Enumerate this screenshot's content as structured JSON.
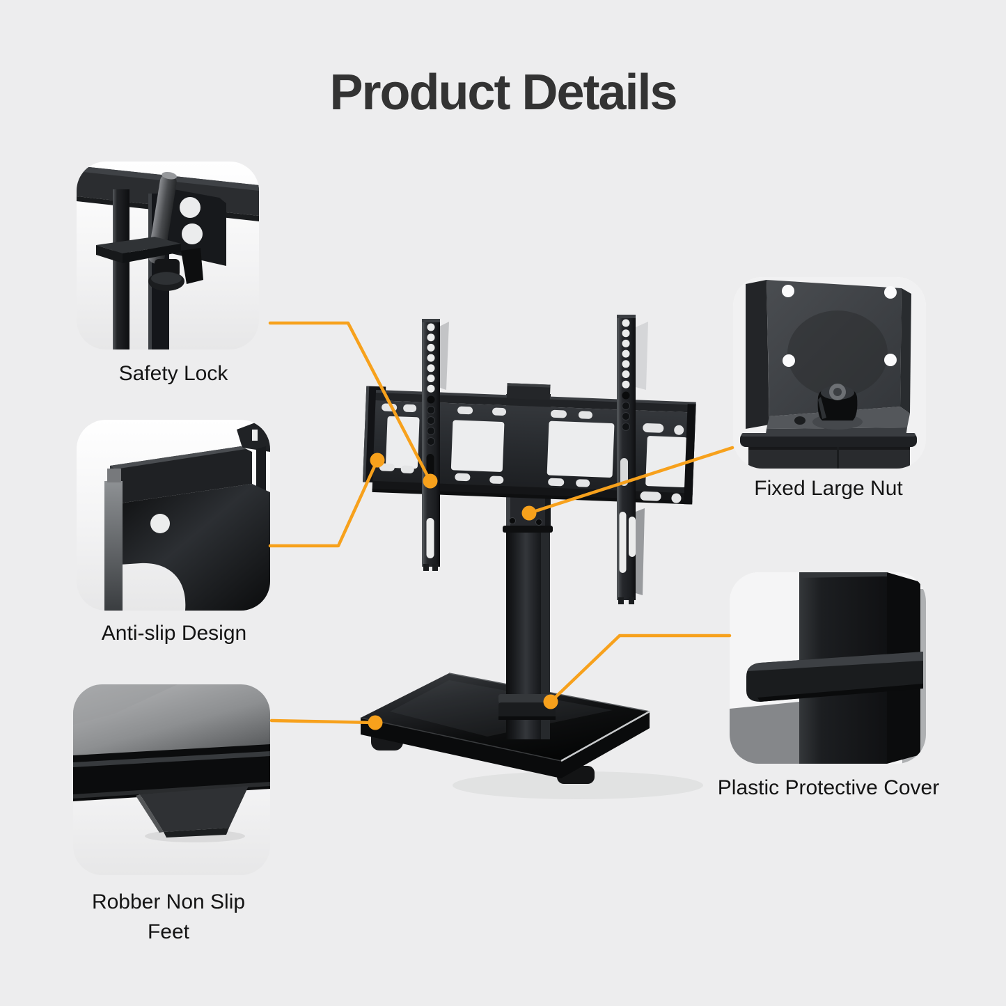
{
  "title": "Product Details",
  "callouts": [
    {
      "id": "safety-lock",
      "label": "Safety Lock"
    },
    {
      "id": "anti-slip-design",
      "label": "Anti-slip Design"
    },
    {
      "id": "rubber-non-slip-feet",
      "label": "Robber Non Slip Feet"
    },
    {
      "id": "fixed-large-nut",
      "label": "Fixed Large Nut"
    },
    {
      "id": "plastic-protective-cover",
      "label": "Plastic Protective Cover"
    }
  ],
  "colors": {
    "background": "#EDEDEE",
    "accent": "#F7A11C",
    "title_text": "#333333",
    "label_text": "#141414",
    "product_black": "#17181B"
  }
}
